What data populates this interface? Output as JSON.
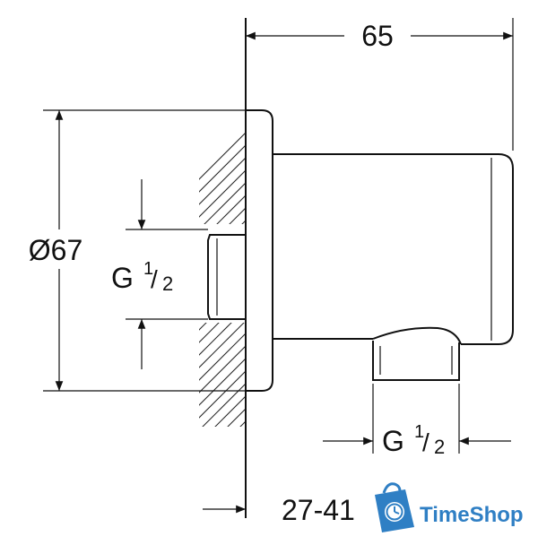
{
  "drawing": {
    "dimensions": {
      "depth": "65",
      "diameter": "Ø67",
      "wall_thread_main": "G",
      "wall_thread_num": "1",
      "wall_thread_den": "2",
      "outlet_thread_main": "G",
      "outlet_thread_num": "1",
      "outlet_thread_den": "2",
      "bottom_range": "27-41"
    }
  },
  "watermark": {
    "brand": "TimeShop",
    "icon": "shopping-bag-clock-icon",
    "color": "#2f7fc4"
  }
}
